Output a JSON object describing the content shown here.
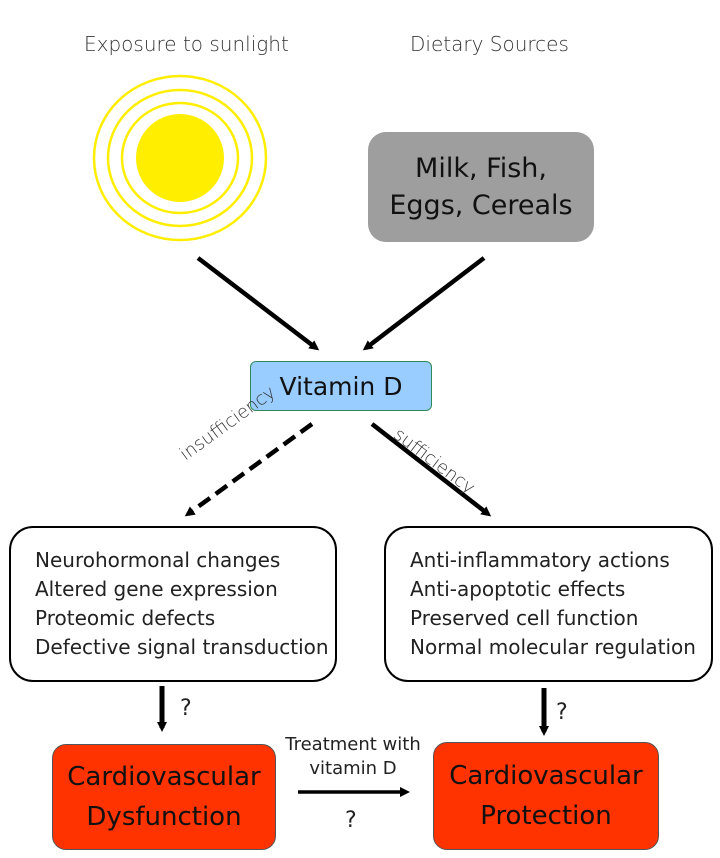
{
  "sources": {
    "sun_label": "Exposure to sunlight",
    "diet_label": "Dietary Sources",
    "diet_box_line1": "Milk, Fish,",
    "diet_box_line2": "Eggs, Cereals"
  },
  "vitamin": {
    "label": "Vitamin D"
  },
  "branches": {
    "left_label": "insufficiency",
    "right_label": "sufficiency"
  },
  "left_box": {
    "items": [
      "Neurohormonal changes",
      "Altered gene expression",
      "Proteomic defects",
      "Defective signal transduction"
    ]
  },
  "right_box": {
    "items": [
      "Anti-inflammatory actions",
      "Anti-apoptotic effects",
      "Preserved cell function",
      "Normal molecular regulation"
    ]
  },
  "outcomes": {
    "left_line1": "Cardiovascular",
    "left_line2": "Dysfunction",
    "right_line1": "Cardiovascular",
    "right_line2": "Protection",
    "left_question": "?",
    "right_question": "?"
  },
  "treatment": {
    "line1": "Treatment with",
    "line2": "vitamin D",
    "question": "?"
  },
  "colors": {
    "sun": "#ffee00",
    "diet_box": "#9e9e9e",
    "vitamin_box": "#99ccff",
    "outcome_box": "#ff3300"
  }
}
